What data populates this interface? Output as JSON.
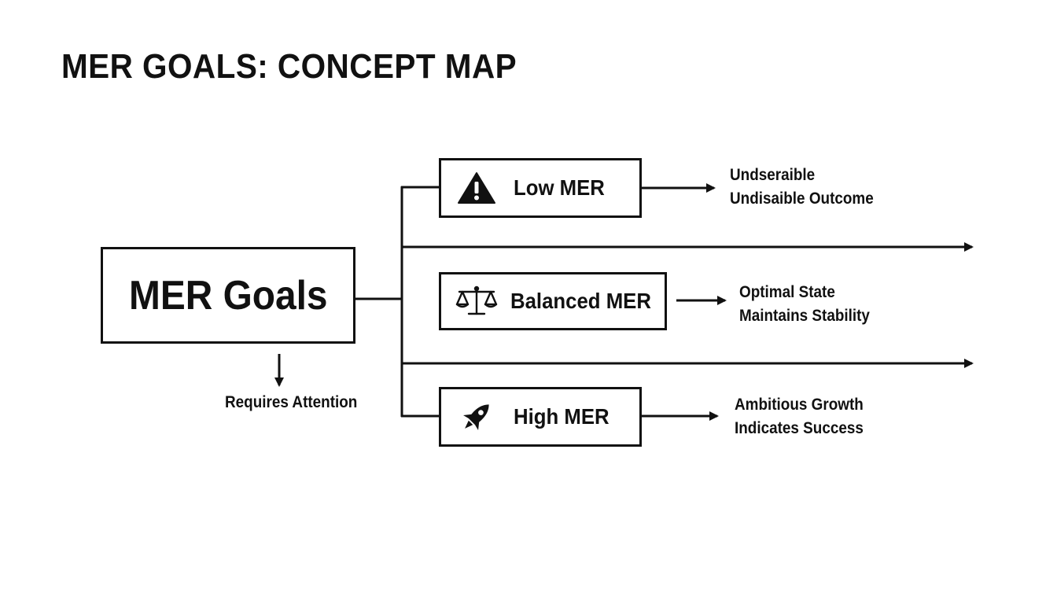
{
  "title": "MER GOALS: CONCEPT MAP",
  "root": {
    "label": "MER Goals",
    "note": "Requires Attention"
  },
  "branches": [
    {
      "label": "Low MER",
      "icon": "warning-icon",
      "outcome": [
        "Undseraible",
        "Undisaible Outcome"
      ]
    },
    {
      "label": "Balanced MER",
      "icon": "scale-icon",
      "outcome": [
        "Optimal State",
        "Maintains Stability"
      ]
    },
    {
      "label": "High MER",
      "icon": "rocket-icon",
      "outcome": [
        "Ambitious Growth",
        "Indicates Success"
      ]
    }
  ],
  "colors": {
    "ink": "#111111",
    "background": "#ffffff"
  }
}
